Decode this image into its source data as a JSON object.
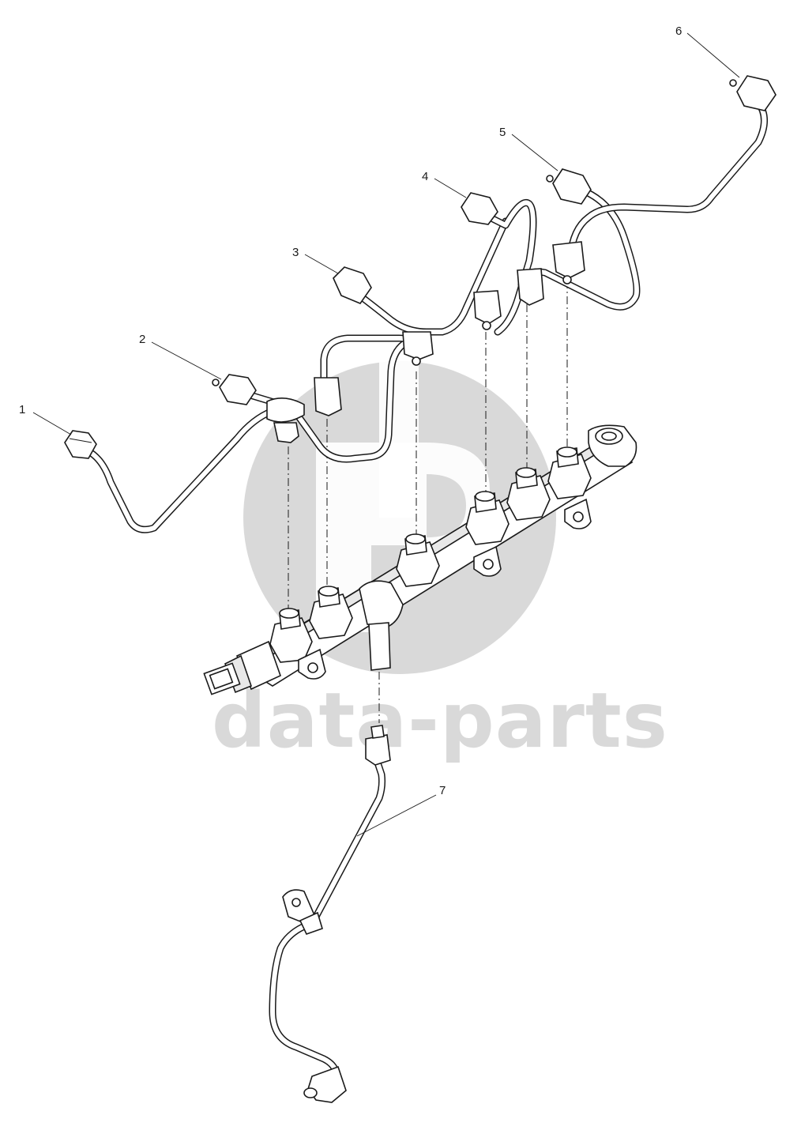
{
  "watermark": {
    "text": "data-parts",
    "color": "#d9d9d9"
  },
  "callouts": [
    {
      "id": "1",
      "label": "1"
    },
    {
      "id": "2",
      "label": "2"
    },
    {
      "id": "3",
      "label": "3"
    },
    {
      "id": "4",
      "label": "4"
    },
    {
      "id": "5",
      "label": "5"
    },
    {
      "id": "6",
      "label": "6"
    },
    {
      "id": "7",
      "label": "7"
    }
  ],
  "colors": {
    "line": "#1a1a1a",
    "background": "#ffffff",
    "watermark": "#d9d9d9"
  }
}
